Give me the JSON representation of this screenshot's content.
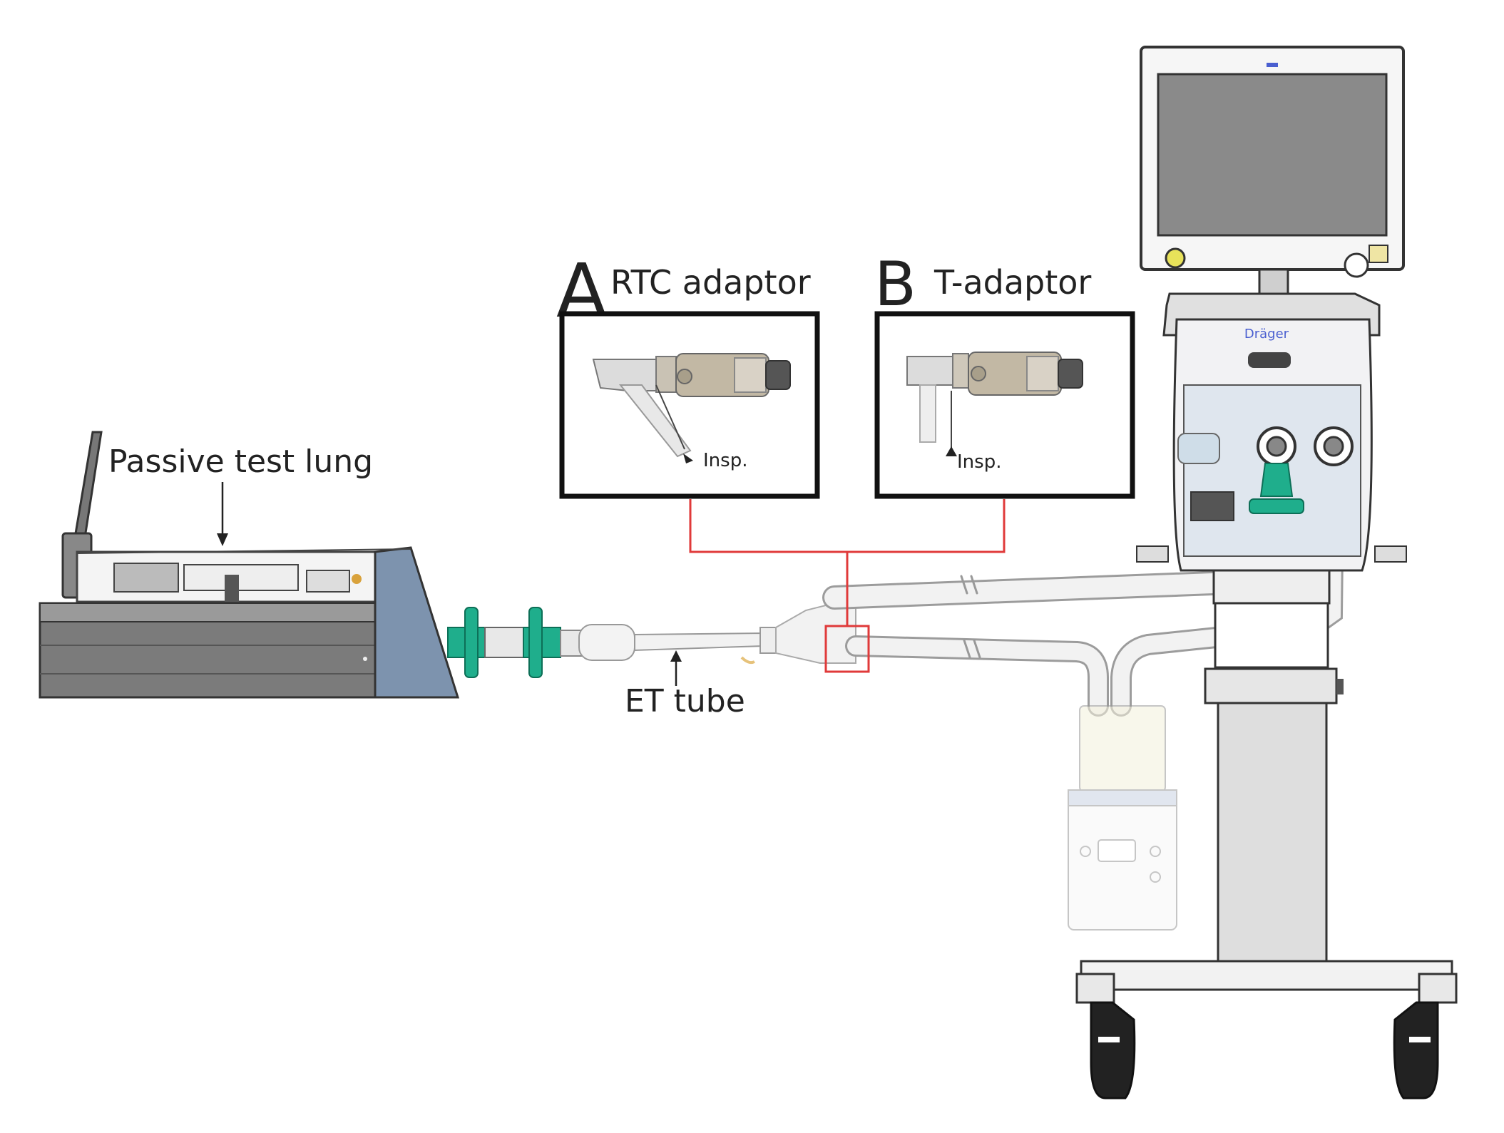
{
  "labels": {
    "test_lung": "Passive test lung",
    "et_tube": "ET tube",
    "panel_a_letter": "A",
    "panel_a_title": "RTC adaptor",
    "panel_b_letter": "B",
    "panel_b_title": "T-adaptor",
    "insp_a": "Insp.",
    "insp_b": "Insp.",
    "brand": "Dräger"
  },
  "colors": {
    "connector_red": "#e03a3a",
    "filter_green": "#1fae8c",
    "lung_gray": "#7b7b7b",
    "lung_blue": "#7d93ae",
    "screen_gray": "#8a8a8a",
    "tube_gray": "#d4d4d4"
  }
}
